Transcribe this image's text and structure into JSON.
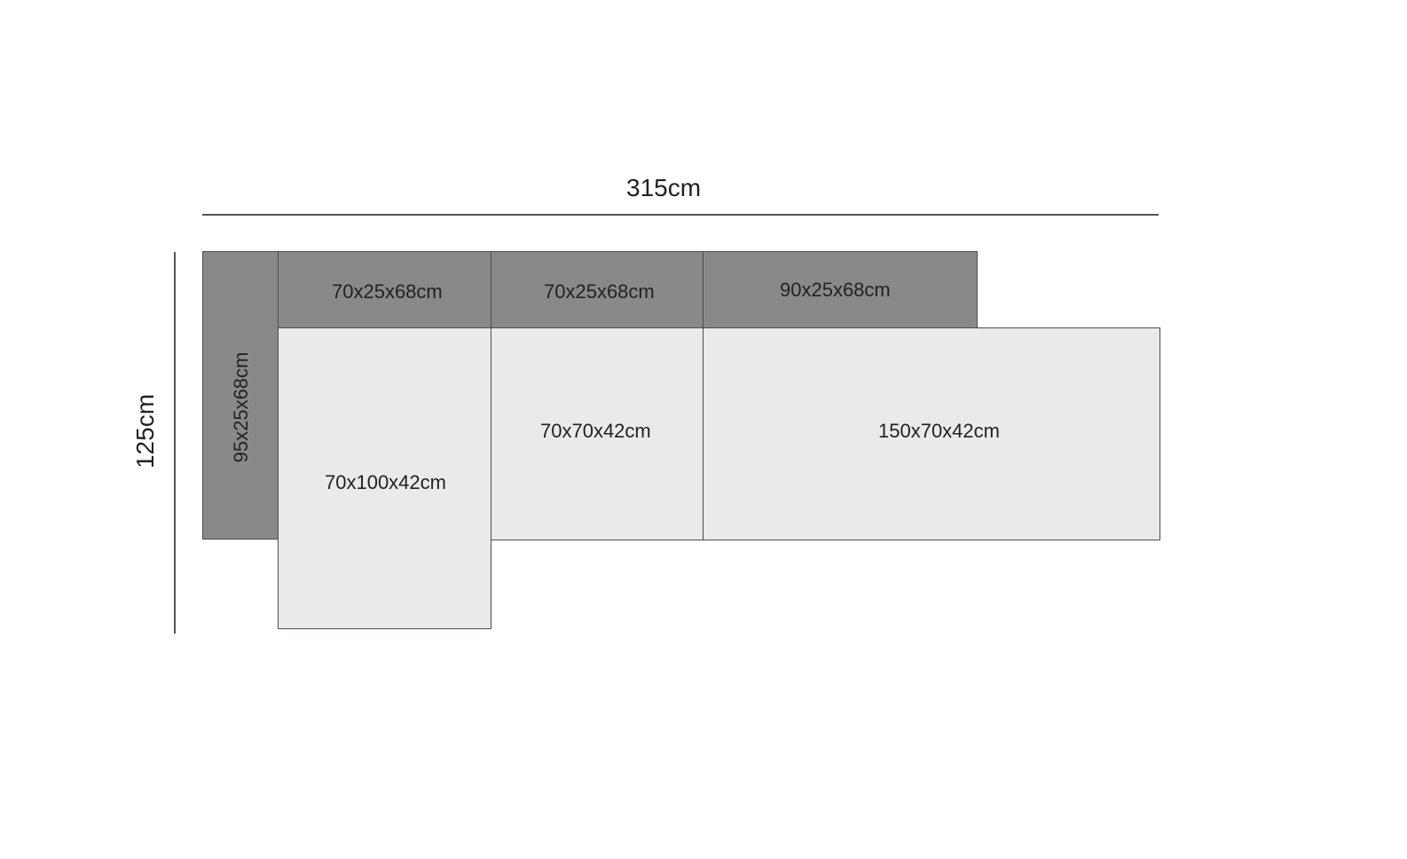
{
  "dimensions": {
    "total_width": "315cm",
    "total_depth": "125cm"
  },
  "modules": {
    "side_back": {
      "label": "95x25x68cm",
      "color": "#898989"
    },
    "back_1": {
      "label": "70x25x68cm",
      "color": "#898989"
    },
    "back_2": {
      "label": "70x25x68cm",
      "color": "#898989"
    },
    "back_3": {
      "label": "90x25x68cm",
      "color": "#898989"
    },
    "seat_corner": {
      "label": "70x100x42cm",
      "color": "#e9ebea"
    },
    "seat_middle": {
      "label": "70x70x42cm",
      "color": "#e9ebea"
    },
    "seat_chaise": {
      "label": "150x70x42cm",
      "color": "#e9ebea"
    }
  }
}
